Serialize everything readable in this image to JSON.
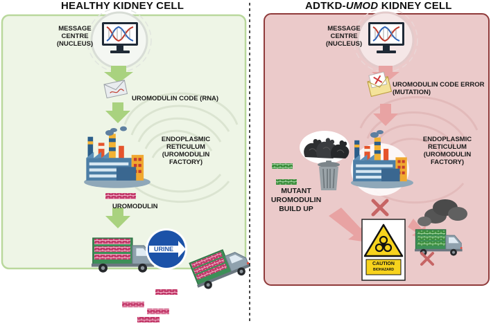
{
  "healthy": {
    "title": "HEALTHY KIDNEY CELL",
    "message_centre": "MESSAGE\nCENTRE\n(NUCLEUS)",
    "rna_label": "UROMODULIN CODE (RNA)",
    "er_label": "ENDOPLASMIC\nRETICULUM\n(UROMODULIN\nFACTORY)",
    "protein_label": "UROMODULIN",
    "urine_sign": "URINE"
  },
  "disease": {
    "title_prefix": "ADTKD-",
    "title_gene": "UMOD",
    "title_suffix": " KIDNEY CELL",
    "message_centre": "MESSAGE\nCENTRE\n(NUCLEUS)",
    "mutation_label": "UROMODULIN CODE ERROR\n(MUTATION)",
    "er_label": "ENDOPLASMIC\nRETICULUM\n(UROMODULIN\nFACTORY)",
    "buildup_label": "MUTANT\nUROMODULIN\nBUILD UP",
    "caution_title": "CAUTION",
    "caution_sub": "BIOHAZARD"
  },
  "colors": {
    "healthy_panel": "#eef5e6",
    "healthy_border": "#b9d89c",
    "healthy_arrow": "#a9d27f",
    "disease_panel": "#ebcaca",
    "disease_border": "#8f3a3a",
    "disease_arrow": "#e8a3a3",
    "protein": "#c23a6a",
    "mutant_protein": "#3f8f3f",
    "cross": "#c66565"
  }
}
